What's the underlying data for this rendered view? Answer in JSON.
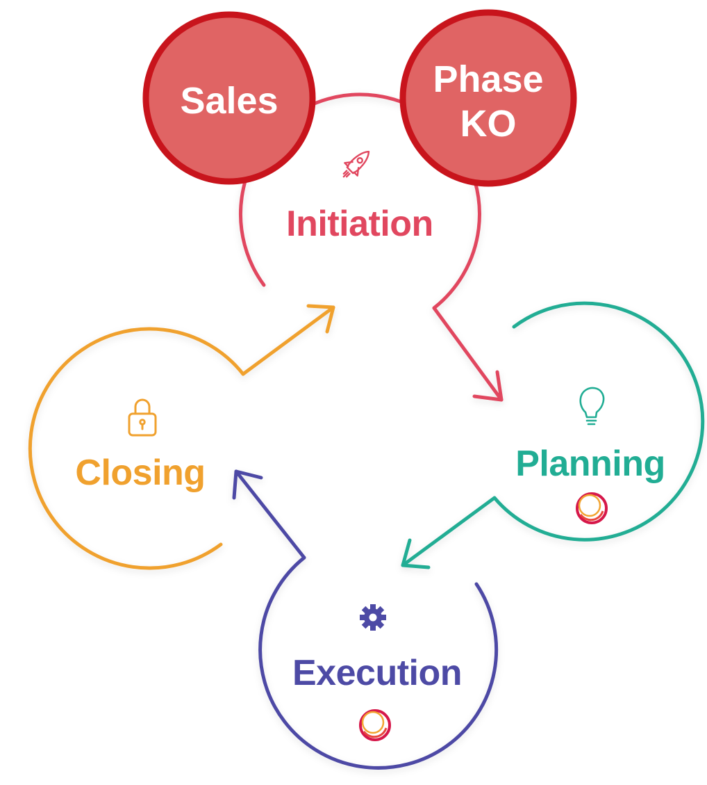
{
  "badges": {
    "sales": {
      "label": "Sales"
    },
    "phase_ko": {
      "line1": "Phase",
      "line2": "KO"
    }
  },
  "stages": {
    "initiation": {
      "label": "Initiation",
      "icon": "rocket-icon",
      "color": "#e1475f"
    },
    "planning": {
      "label": "Planning",
      "icon": "lightbulb-icon",
      "color": "#21ad94"
    },
    "execution": {
      "label": "Execution",
      "icon": "gear-icon",
      "color": "#4d4aa5"
    },
    "closing": {
      "label": "Closing",
      "icon": "lock-icon",
      "color": "#f0a12e"
    }
  },
  "colors": {
    "badge_fill": "#e06464",
    "badge_stroke": "#c8141c",
    "brand_ring_outer": "#d6184a",
    "brand_ring_inner": "#f2a431"
  }
}
